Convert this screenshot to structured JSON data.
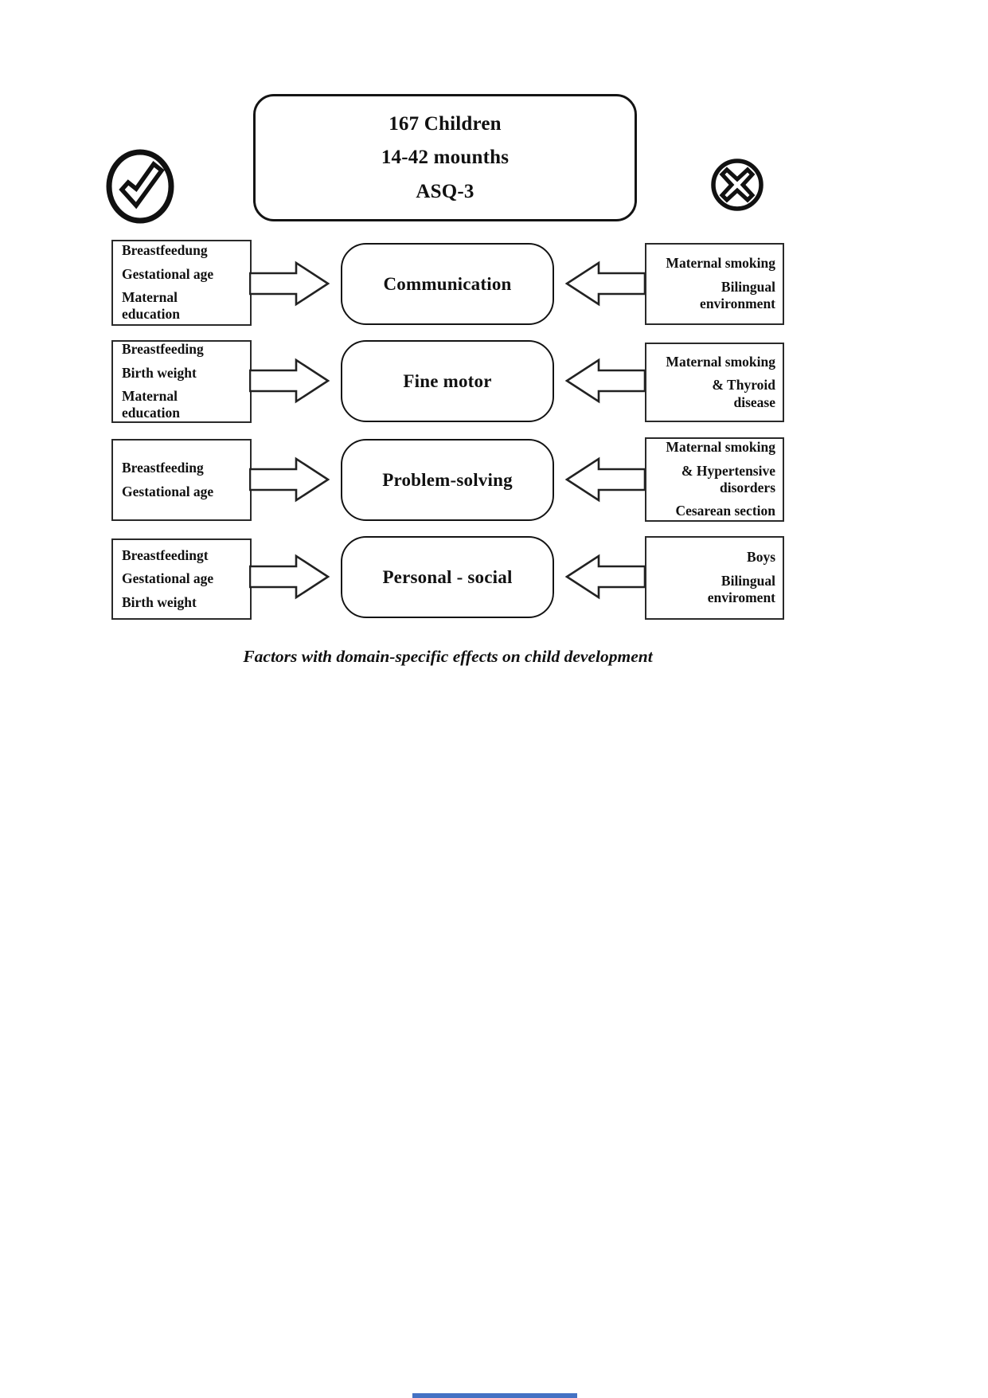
{
  "page": {
    "title_box": {
      "lines": [
        "167 Children",
        "14-42 mounths",
        "ASQ-3"
      ]
    },
    "legend": {
      "positive_icon": "check-circle",
      "negative_icon": "x-circle"
    },
    "rows": [
      {
        "domain": "Communication",
        "positive_factors": [
          "Breastfeedung",
          "Gestational age",
          "Maternal\neducation"
        ],
        "negative_factors": [
          "Maternal smoking",
          "Bilingual\nenvironment"
        ]
      },
      {
        "domain": "Fine motor",
        "positive_factors": [
          "Breastfeeding",
          "Birth weight",
          "Maternal\neducation"
        ],
        "negative_factors": [
          "Maternal smoking",
          "&  Thyroid\ndisease"
        ]
      },
      {
        "domain": "Problem-solving",
        "positive_factors": [
          "Breastfeeding",
          "Gestational age"
        ],
        "negative_factors": [
          "Maternal smoking",
          "& Hypertensive\ndisorders",
          "Cesarean section"
        ]
      },
      {
        "domain": "Personal - social",
        "positive_factors": [
          "Breastfeedingt",
          "Gestational age",
          "Birth weight"
        ],
        "negative_factors": [
          "Boys",
          "Bilingual\nenviroment"
        ]
      }
    ],
    "caption": "Factors with domain-specific effects on child development",
    "colors": {
      "ink": "#141414",
      "background": "#ffffff",
      "footer_bar": "#4472c4"
    }
  }
}
